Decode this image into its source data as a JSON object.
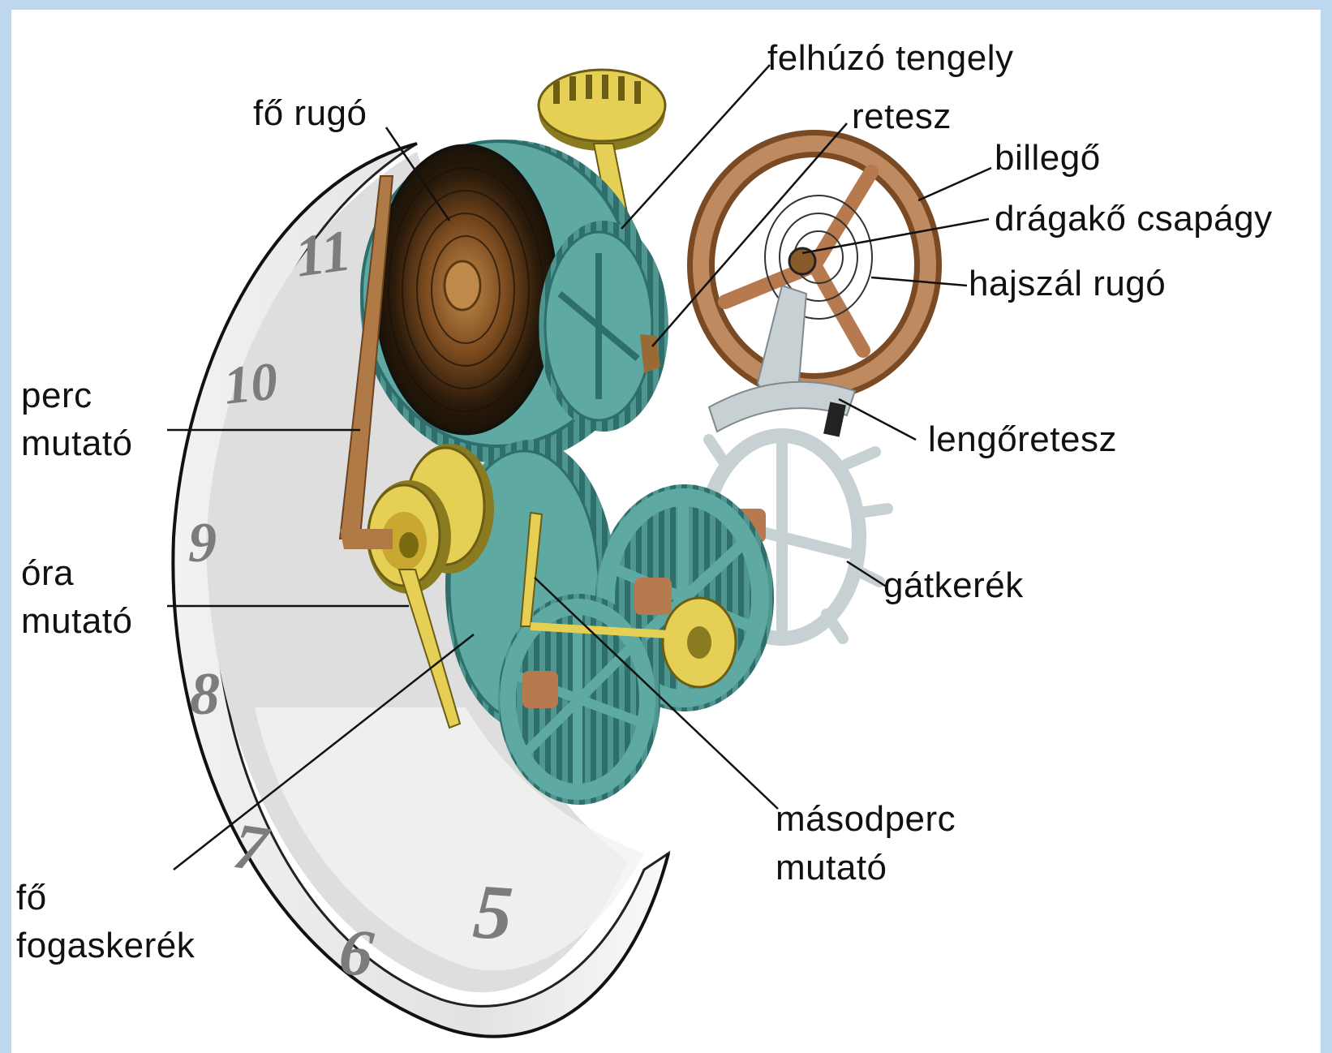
{
  "labels": {
    "felhuzo": "felhúzó tengely",
    "fo_rugo": "fő rugó",
    "retesz": "retesz",
    "billego": "billegő",
    "dragako": "drágakő csapágy",
    "hajszal": "hajszál rugó",
    "perc_1": "perc",
    "perc_2": "mutató",
    "lengoretesz": "lengőretesz",
    "ora_1": "óra",
    "ora_2": "mutató",
    "gatkerek": "gátkerék",
    "masodperc_1": "másodperc",
    "masodperc_2": "mutató",
    "fo_fogas_1": "fő",
    "fo_fogas_2": "fogaskerék"
  },
  "dial_numbers": {
    "n11": "11",
    "n10": "10",
    "n9": "9",
    "n8": "8",
    "n7": "7",
    "n6": "6",
    "n5": "5"
  },
  "colors": {
    "page_border": "#bdd7ee",
    "gear_teal": "#5ea9a2",
    "gear_dark": "#2f6f6b",
    "spring_brown": "#8a5a2b",
    "brass_yellow": "#e6cf55",
    "balance_copper": "#b77a4e",
    "escapement_silver": "#c7d1d3",
    "dial_face": "#e6e6e6"
  }
}
